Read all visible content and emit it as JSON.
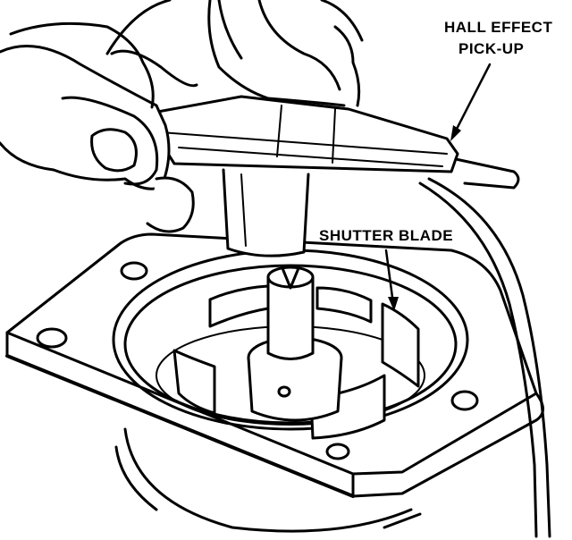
{
  "labels": {
    "hall_effect_line1": "HALL EFFECT",
    "hall_effect_line2": "PICK-UP",
    "shutter_blade": "SHUTTER BLADE"
  },
  "colors": {
    "ink": "#000000",
    "paper": "#ffffff"
  }
}
